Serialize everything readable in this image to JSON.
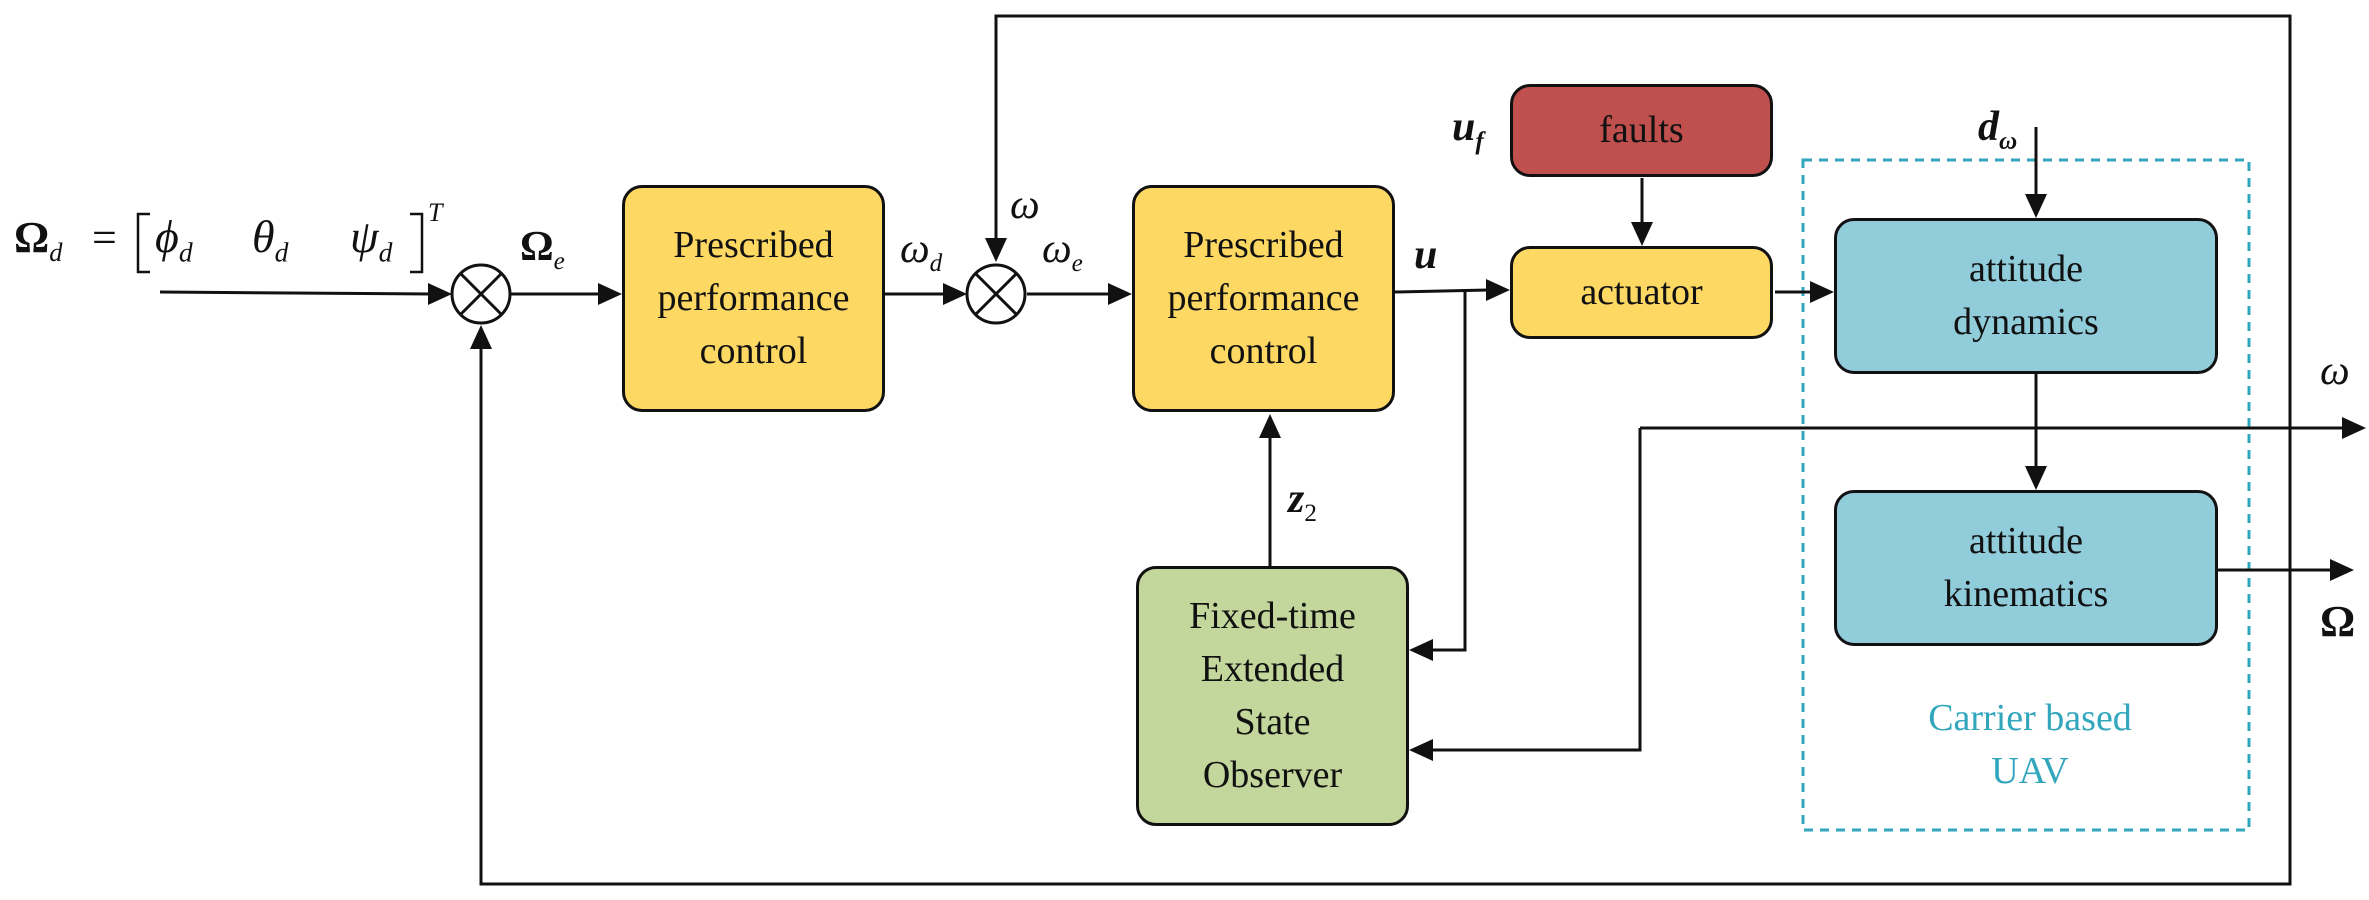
{
  "blocks": {
    "ppc_outer": "Prescribed\nperformance\ncontrol",
    "ppc_inner": "Prescribed\nperformance\ncontrol",
    "faults": "faults",
    "actuator": "actuator",
    "attitude_dynamics": "attitude\ndynamics",
    "attitude_kinematics": "attitude\nkinematics",
    "observer": "Fixed-time\nExtended\nState\nObserver"
  },
  "region_label": "Carrier based\nUAV",
  "symbols": {
    "omega_cap": "Ω",
    "omega": "ω",
    "phi": "ϕ",
    "theta": "θ",
    "psi": "ψ",
    "d_sub": "d",
    "e_sub": "e",
    "f_sub": "f",
    "transpose": "T",
    "equals": "=",
    "bracket_left": "[",
    "bracket_right": "]",
    "u": "u",
    "d": "d",
    "z": "z",
    "two": "2"
  },
  "colors": {
    "yellow": "#fdd964",
    "blue": "#91ccdb",
    "green": "#c3d69b",
    "red": "#c0504d",
    "dashed_region": "#31a6bd",
    "line": "#111111"
  }
}
